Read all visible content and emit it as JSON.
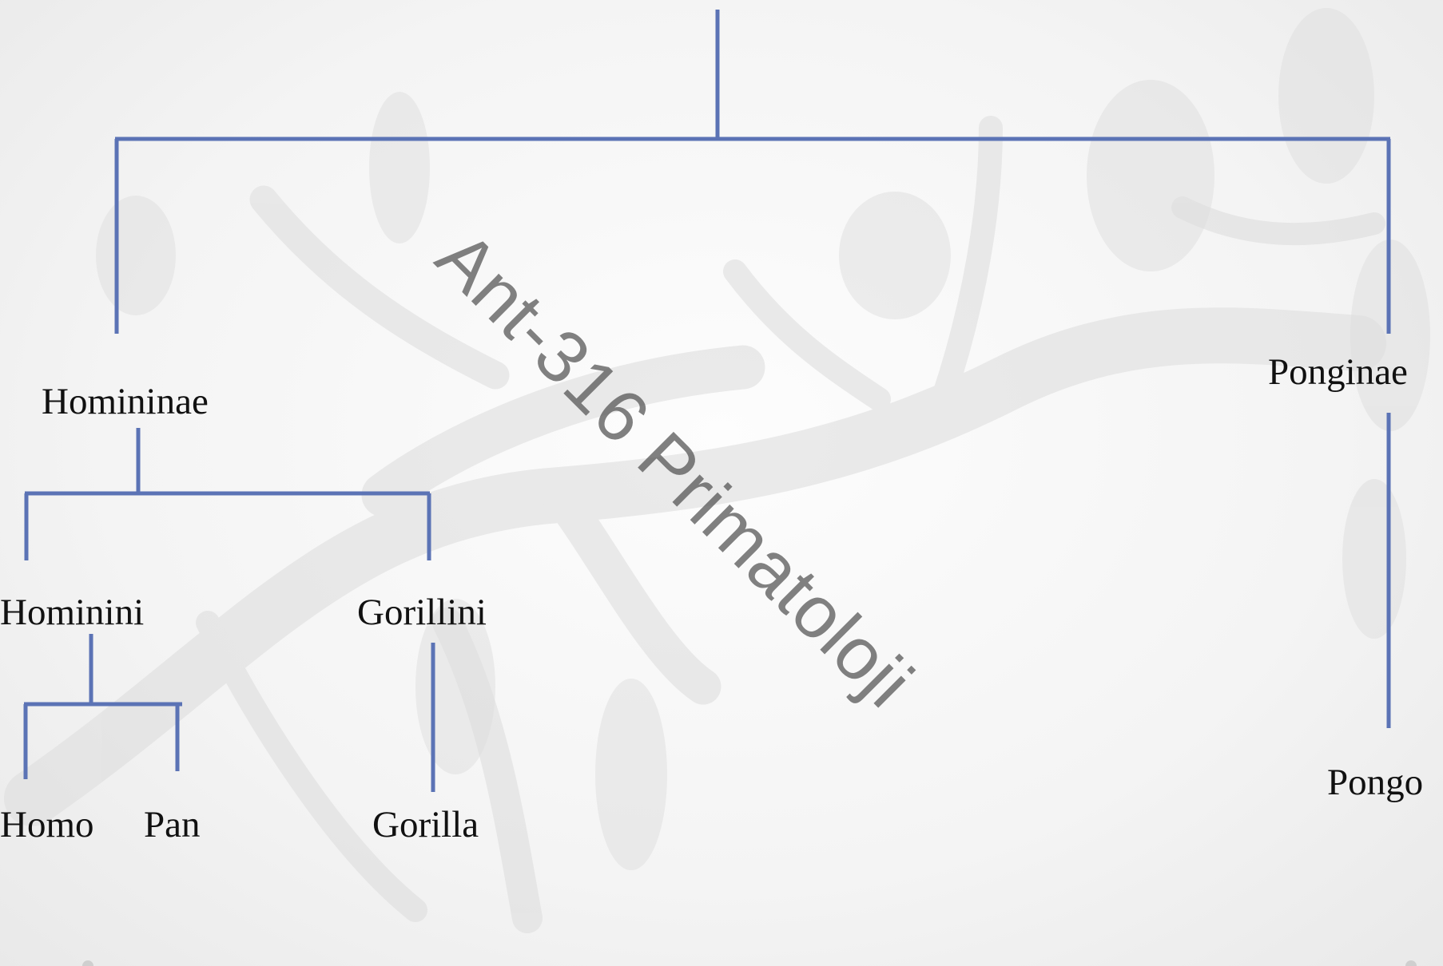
{
  "watermark": {
    "text": "Ant-316 Primatoloji"
  },
  "tree": {
    "line_color": "#5b73b5",
    "nodes": {
      "homininae": "Homininae",
      "ponginae": "Ponginae",
      "hominini": "Hominini",
      "gorillini": "Gorillini",
      "homo": "Homo",
      "pan": "Pan",
      "gorilla": "Gorilla",
      "pongo": "Pongo"
    }
  },
  "background": {
    "illustration": "faded-primates-on-tree-branches"
  }
}
